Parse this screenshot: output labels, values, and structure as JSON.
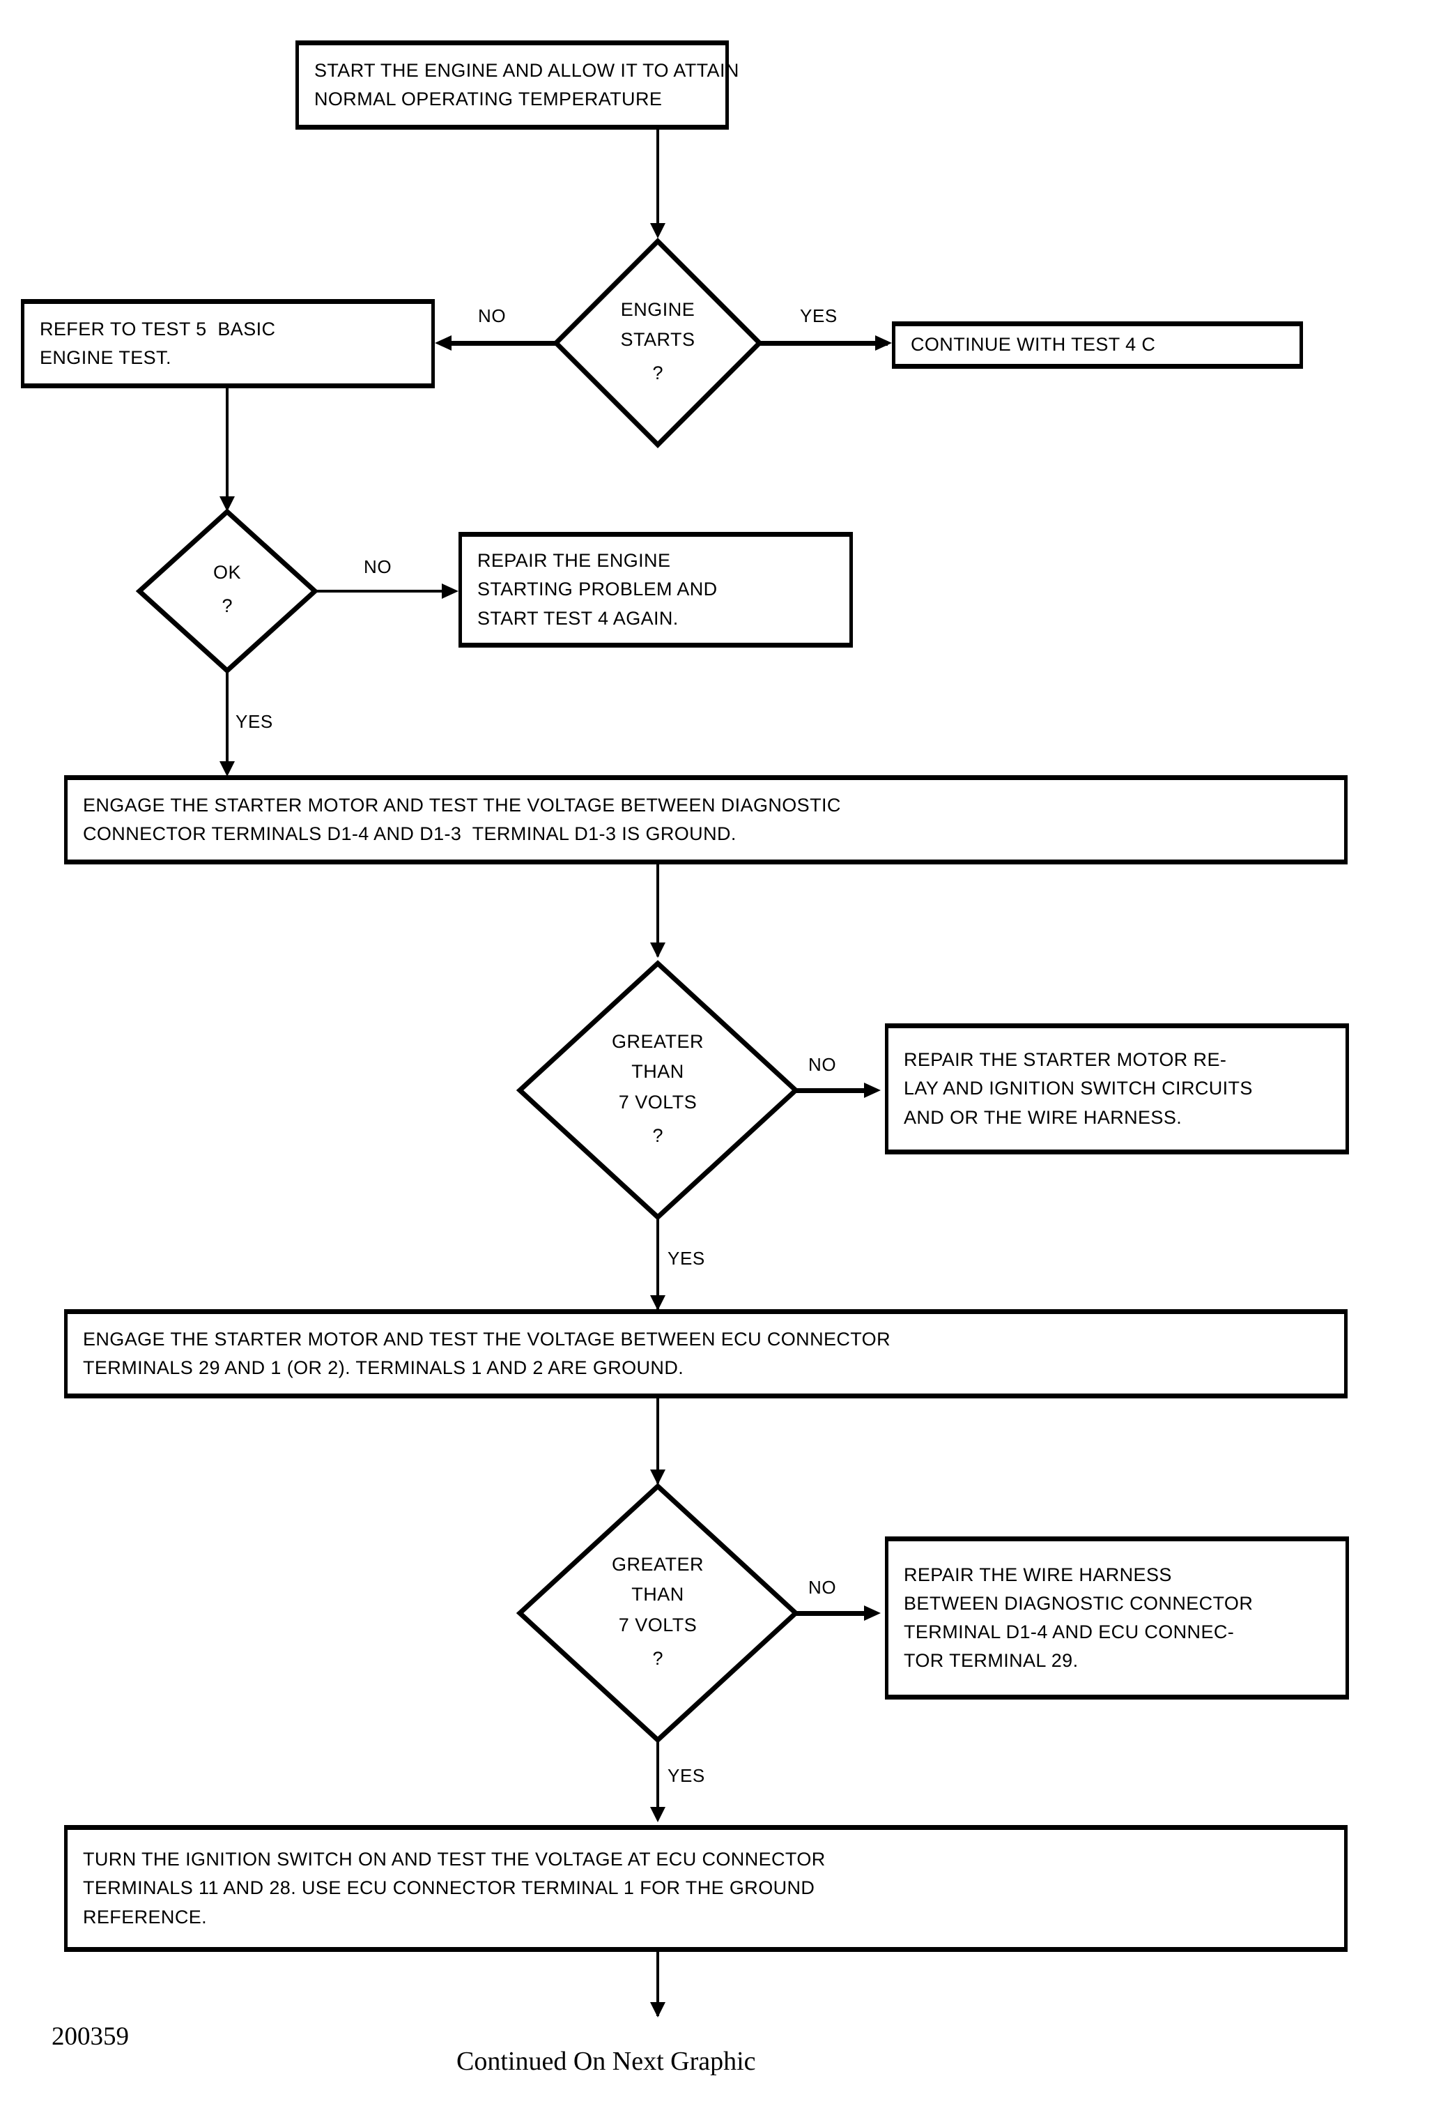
{
  "document": {
    "figure_number": "200359",
    "continuation_note": "Continued On Next Graphic"
  },
  "flowchart": {
    "type": "diagnostic-decision-flowchart",
    "nodes": [
      {
        "id": "start",
        "shape": "process",
        "lines": [
          "START THE ENGINE AND ALLOW IT TO ATTAIN",
          "NORMAL OPERATING TEMPERATURE"
        ]
      },
      {
        "id": "engine-starts",
        "shape": "decision",
        "lines": [
          "ENGINE",
          "STARTS"
        ],
        "question_mark": "?"
      },
      {
        "id": "refer-test-5",
        "shape": "process",
        "lines": [
          "REFER TO TEST 5  BASIC",
          "ENGINE TEST."
        ]
      },
      {
        "id": "continue-test-4c",
        "shape": "process",
        "lines": [
          "CONTINUE WITH TEST 4 C"
        ]
      },
      {
        "id": "ok",
        "shape": "decision",
        "lines": [
          "OK"
        ],
        "question_mark": "?"
      },
      {
        "id": "repair-engine-start",
        "shape": "process",
        "lines": [
          "REPAIR THE ENGINE",
          "STARTING PROBLEM AND",
          "START TEST 4 AGAIN."
        ]
      },
      {
        "id": "engage-starter-diag",
        "shape": "process",
        "lines": [
          "ENGAGE THE STARTER MOTOR AND TEST THE VOLTAGE BETWEEN DIAGNOSTIC",
          "CONNECTOR TERMINALS D1-4 AND D1-3  TERMINAL D1-3 IS GROUND."
        ]
      },
      {
        "id": "greater-7v-1",
        "shape": "decision",
        "lines": [
          "GREATER",
          "THAN",
          "7 VOLTS"
        ],
        "question_mark": "?"
      },
      {
        "id": "repair-starter-relay",
        "shape": "process",
        "lines": [
          "REPAIR THE STARTER MOTOR RE-",
          "LAY AND IGNITION SWITCH CIRCUITS",
          "AND OR THE WIRE HARNESS."
        ]
      },
      {
        "id": "engage-starter-ecu",
        "shape": "process",
        "lines": [
          "ENGAGE THE STARTER MOTOR AND TEST THE VOLTAGE BETWEEN ECU CONNECTOR",
          "TERMINALS 29 AND 1 (OR 2). TERMINALS 1 AND 2 ARE GROUND."
        ]
      },
      {
        "id": "greater-7v-2",
        "shape": "decision",
        "lines": [
          "GREATER",
          "THAN",
          "7 VOLTS"
        ],
        "question_mark": "?"
      },
      {
        "id": "repair-wire-harness",
        "shape": "process",
        "lines": [
          "REPAIR THE WIRE HARNESS",
          "BETWEEN DIAGNOSTIC CONNECTOR",
          "TERMINAL D1-4 AND ECU CONNEC-",
          "TOR TERMINAL 29."
        ]
      },
      {
        "id": "turn-ignition-on",
        "shape": "process",
        "lines": [
          "TURN THE IGNITION SWITCH ON AND TEST THE VOLTAGE AT ECU CONNECTOR",
          "TERMINALS 11 AND 28. USE ECU CONNECTOR TERMINAL 1 FOR THE GROUND",
          "REFERENCE."
        ]
      }
    ],
    "edge_labels": {
      "engine_starts_no": "NO",
      "engine_starts_yes": "YES",
      "ok_no": "NO",
      "ok_yes": "YES",
      "greater_7v_1_no": "NO",
      "greater_7v_1_yes": "YES",
      "greater_7v_2_no": "NO",
      "greater_7v_2_yes": "YES"
    }
  },
  "colors": {
    "ink": "#000000",
    "paper": "#ffffff"
  }
}
